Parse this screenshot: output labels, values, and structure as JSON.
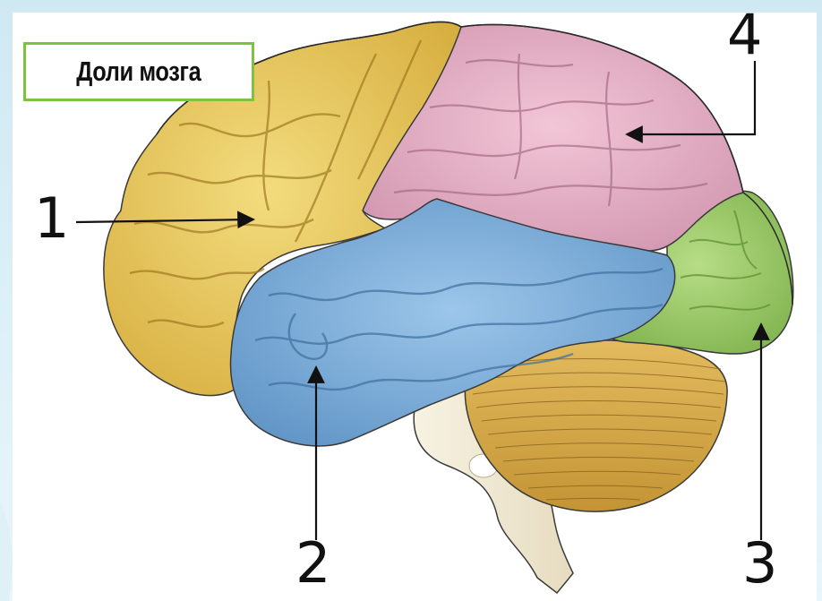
{
  "title": "Доли мозга",
  "labels": {
    "l1": "1",
    "l2": "2",
    "l3": "3",
    "l4": "4"
  },
  "colors": {
    "frontal": "#e7c75a",
    "parietal": "#e2aec4",
    "temporal": "#7eaed8",
    "occipital": "#9ccc65",
    "cerebellum": "#d6aa4a",
    "brainstem": "#f2ecd8",
    "title_border": "#7ec242",
    "frame": "#d8eef6"
  }
}
